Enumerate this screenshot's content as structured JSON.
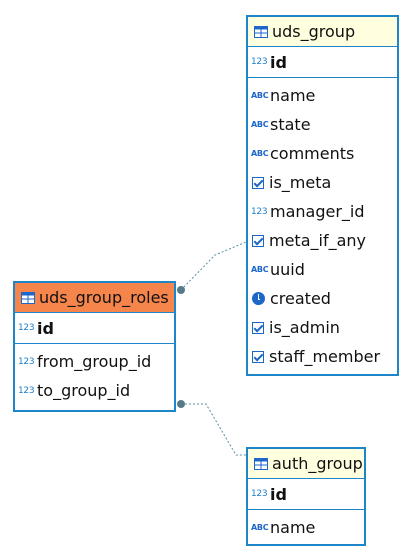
{
  "entities": {
    "uds_group": {
      "title": "uds_group",
      "pk": {
        "name": "id",
        "type_icon": "numeric-key-icon",
        "type_glyph": "123"
      },
      "columns": [
        {
          "name": "name",
          "type_icon": "text-type-icon",
          "type_glyph": "ABC"
        },
        {
          "name": "state",
          "type_icon": "text-type-icon",
          "type_glyph": "ABC"
        },
        {
          "name": "comments",
          "type_icon": "text-type-icon",
          "type_glyph": "ABC"
        },
        {
          "name": "is_meta",
          "type_icon": "boolean-type-icon",
          "type_glyph": ""
        },
        {
          "name": "manager_id",
          "type_icon": "numeric-type-icon",
          "type_glyph": "123"
        },
        {
          "name": "meta_if_any",
          "type_icon": "boolean-type-icon",
          "type_glyph": ""
        },
        {
          "name": "uuid",
          "type_icon": "text-type-icon",
          "type_glyph": "ABC"
        },
        {
          "name": "created",
          "type_icon": "datetime-type-icon",
          "type_glyph": ""
        },
        {
          "name": "is_admin",
          "type_icon": "boolean-type-icon",
          "type_glyph": ""
        },
        {
          "name": "staff_member",
          "type_icon": "boolean-type-icon",
          "type_glyph": ""
        }
      ]
    },
    "uds_group_roles": {
      "title": "uds_group_roles",
      "pk": {
        "name": "id",
        "type_icon": "numeric-key-icon",
        "type_glyph": "123"
      },
      "columns": [
        {
          "name": "from_group_id",
          "type_icon": "numeric-type-icon",
          "type_glyph": "123"
        },
        {
          "name": "to_group_id",
          "type_icon": "numeric-type-icon",
          "type_glyph": "123"
        }
      ]
    },
    "auth_group": {
      "title": "auth_group",
      "pk": {
        "name": "id",
        "type_icon": "numeric-key-icon",
        "type_glyph": "123"
      },
      "columns": [
        {
          "name": "name",
          "type_icon": "text-type-icon",
          "type_glyph": "ABC"
        }
      ]
    }
  },
  "colors": {
    "border": "#1d86c8",
    "header": "#ffffdf",
    "selected_header": "#f6854c",
    "connector": "#5a8fa3"
  }
}
